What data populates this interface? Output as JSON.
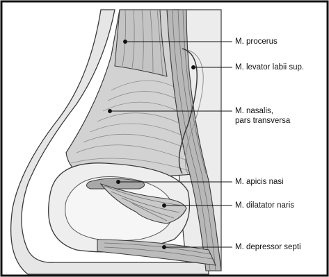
{
  "labels": {
    "procerus": "M. procerus",
    "levator": "M. levator labii sup.",
    "nasalis_line1": "M. nasalis,",
    "nasalis_line2": "pars transversa",
    "apicis": "M. apicis nasi",
    "dilatator": "M. dilatator naris",
    "depressor": "M. depressor septi"
  },
  "colors": {
    "background": "#ffffff",
    "frame": "#111111",
    "muscle_light": "#d9d9d9",
    "muscle_mid": "#b8b8b8",
    "muscle_dark": "#8e8e8e",
    "outline": "#3a3a3a",
    "leader_line": "#111111"
  }
}
